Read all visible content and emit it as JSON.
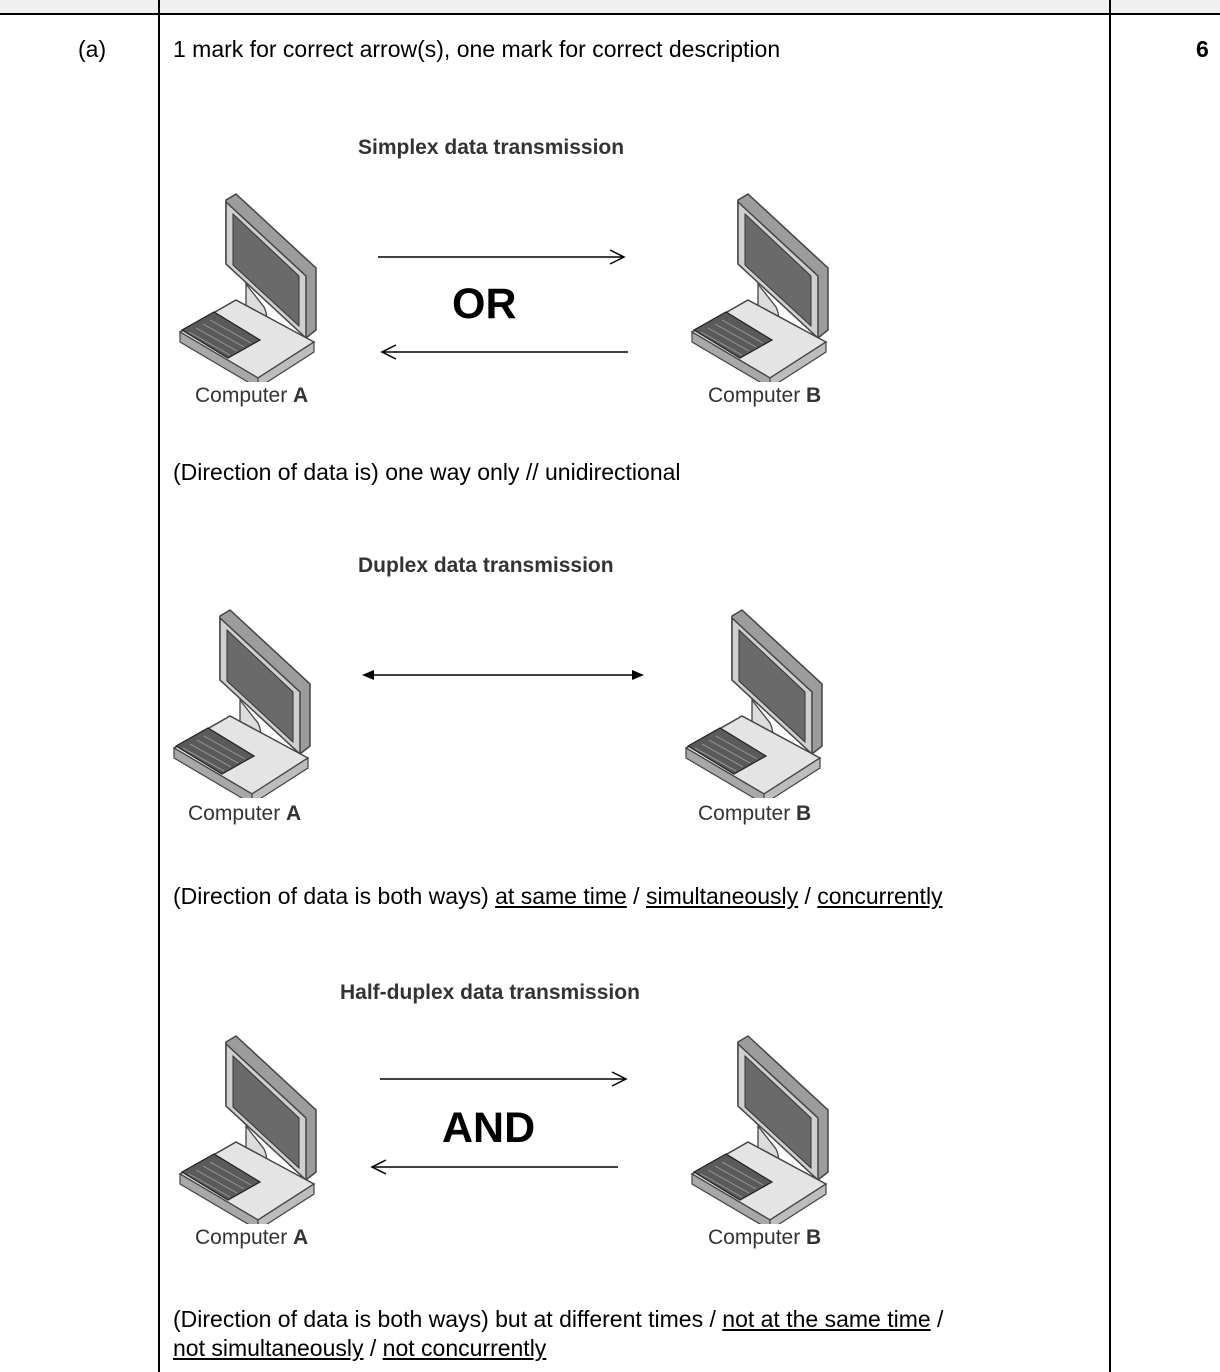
{
  "question": {
    "label": "(a)",
    "marks": "6",
    "intro": "1 mark for correct arrow(s), one mark for correct description"
  },
  "computer": {
    "name": "Computer",
    "letter_a": "A",
    "letter_b": "B"
  },
  "simplex": {
    "title": "Simplex data transmission",
    "connector": "OR",
    "description": "(Direction of data is) one way only // unidirectional"
  },
  "duplex": {
    "title": "Duplex data transmission",
    "description_prefix": "(Direction of data is both ways) ",
    "term1": "at same time",
    "sep": " / ",
    "term2": "simultaneously",
    "term3": "concurrently"
  },
  "half_duplex": {
    "title": "Half-duplex data transmission",
    "connector": "AND",
    "description_prefix": "(Direction of data is both ways) but at different times / ",
    "term1": "not at the same time",
    "sep1": " /",
    "term2": "not simultaneously",
    "sep2": " / ",
    "term3": "not concurrently"
  }
}
